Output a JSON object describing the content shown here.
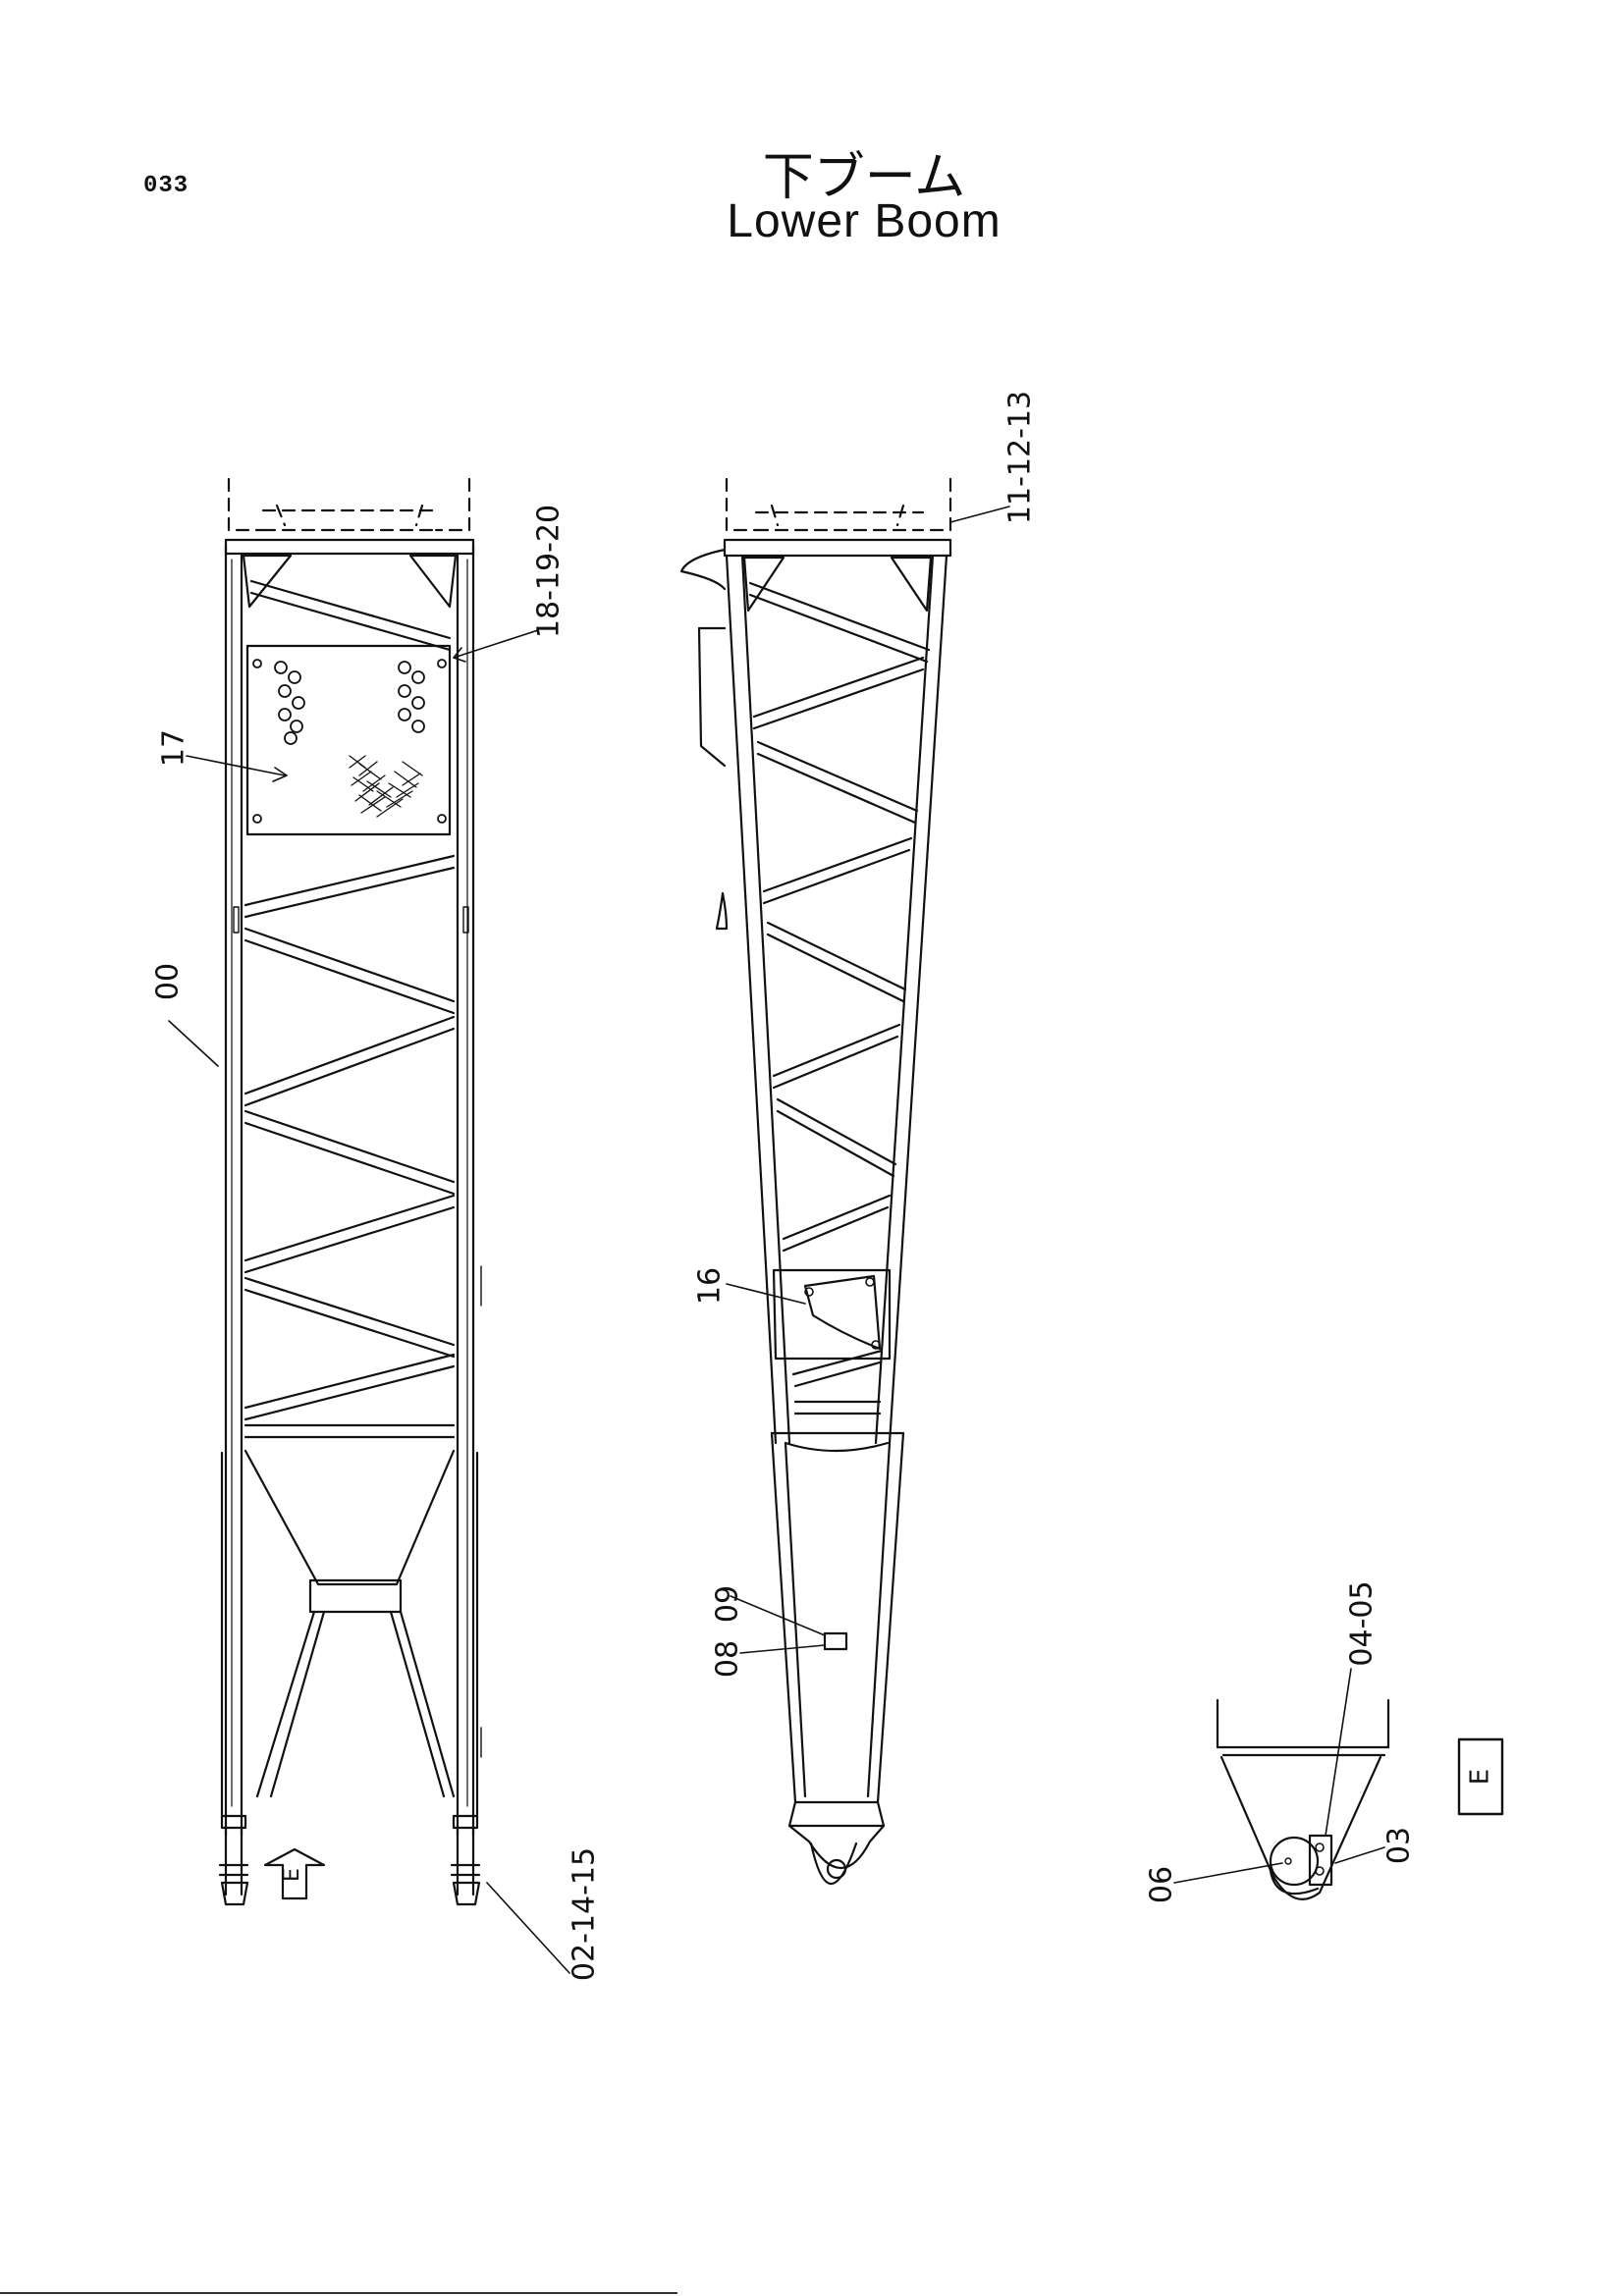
{
  "header": {
    "page_number": "033",
    "title_jp": "下ブーム",
    "title_en": "Lower  Boom"
  },
  "callouts": {
    "c00": "00",
    "c17": "17",
    "c18_19_20": "18-19-20",
    "c02_14_15": "02-14-15",
    "c11_12_13": "11-12-13",
    "c16": "16",
    "c09": "09",
    "c08": "08",
    "c04_05": "04-05",
    "c03": "03",
    "c06": "06"
  },
  "view_markers": {
    "arrow_e": "E",
    "detail_e": "E"
  },
  "colors": {
    "ink": "#111111",
    "paper": "#ffffff"
  }
}
